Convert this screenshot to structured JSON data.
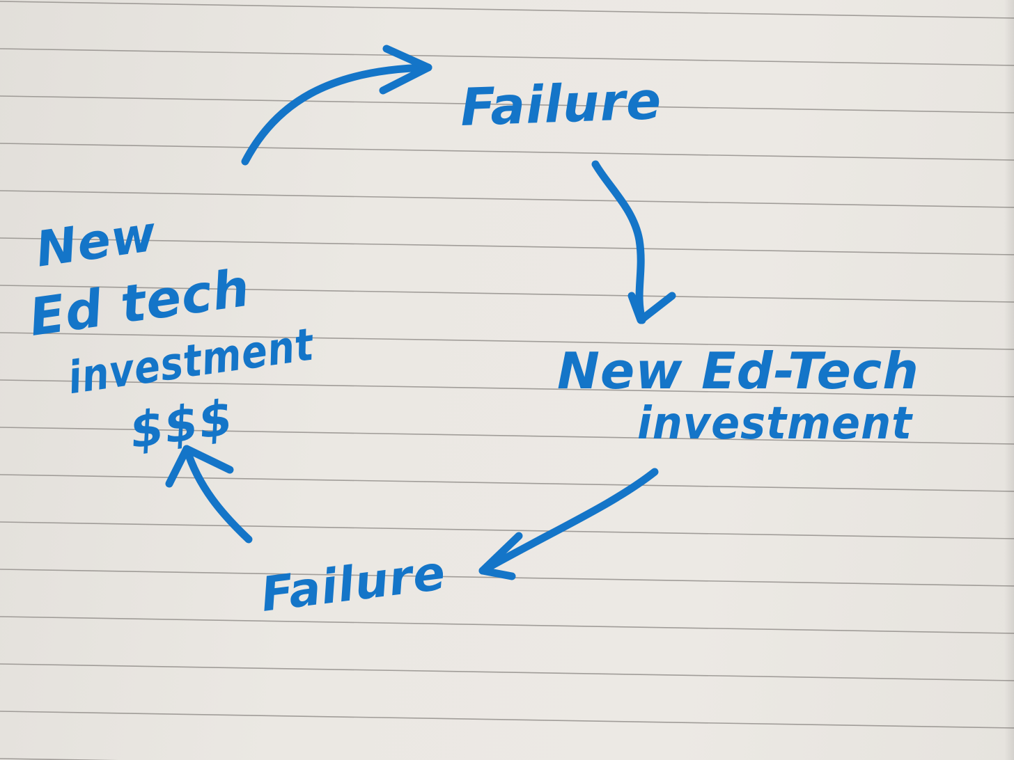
{
  "paper": {
    "background": "#ece9e4",
    "rule_color": "#8e8a86"
  },
  "ink": {
    "color": "#1475c8"
  },
  "nodes": {
    "failure_top": "Failure",
    "investment_right_line1": "New Ed-Tech",
    "investment_right_line2": "investment",
    "failure_bottom": "Failure",
    "investment_left_line1": "New",
    "investment_left_line2": "Ed tech",
    "investment_left_line3": "investment",
    "investment_left_line4": "$$$"
  },
  "edges": [
    {
      "from": "investment_left",
      "to": "failure_top"
    },
    {
      "from": "failure_top",
      "to": "investment_right"
    },
    {
      "from": "investment_right",
      "to": "failure_bottom"
    },
    {
      "from": "failure_bottom",
      "to": "investment_left"
    }
  ]
}
